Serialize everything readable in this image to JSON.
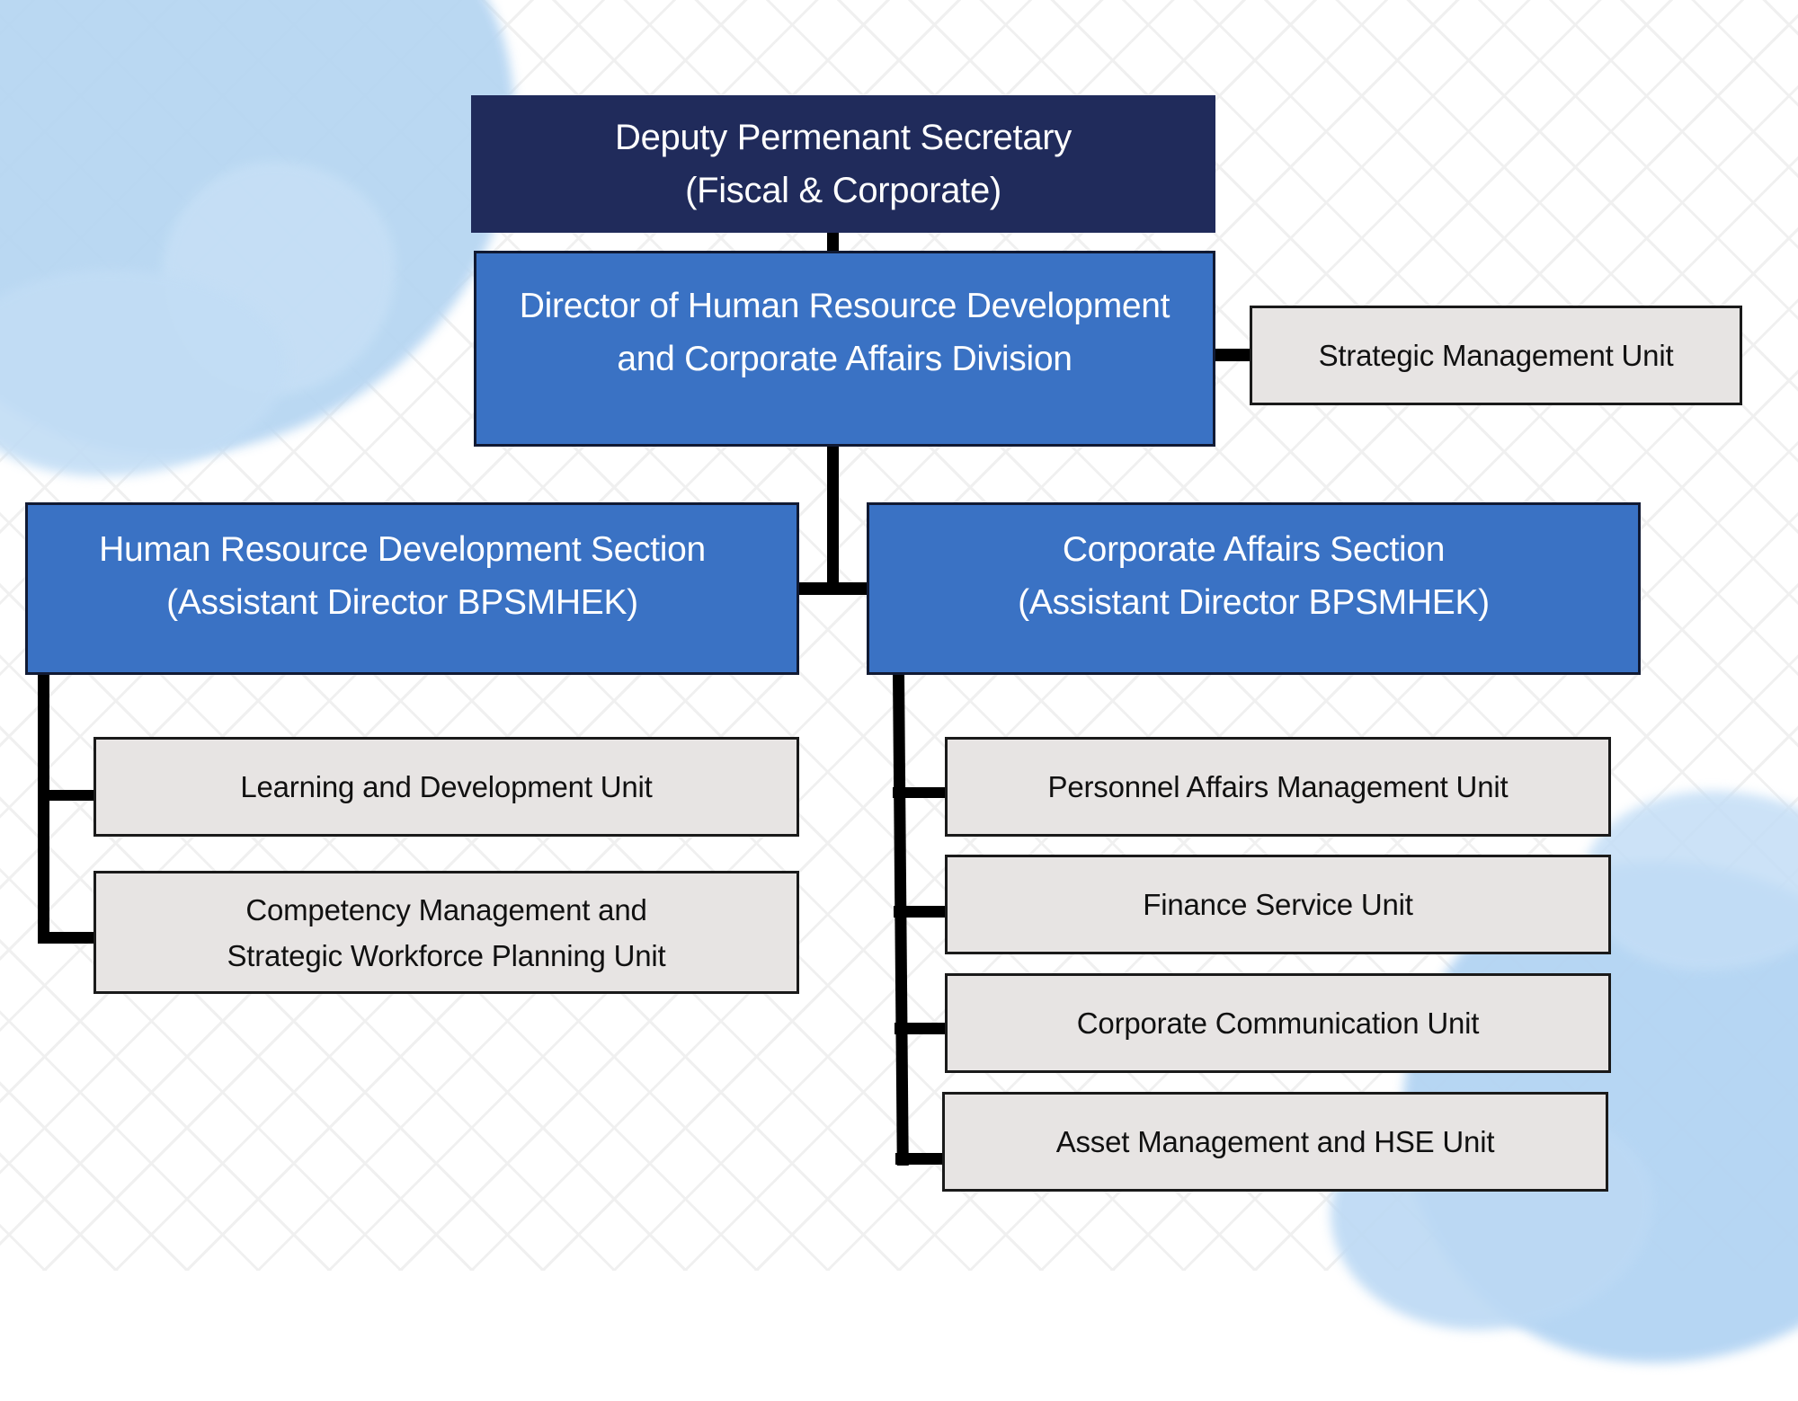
{
  "chart": {
    "top": {
      "lines": [
        "Deputy Permenant Secretary",
        "(Fiscal & Corporate)"
      ]
    },
    "director": {
      "lines": [
        "Director of Human Resource Development",
        "and Corporate Affairs Division"
      ]
    },
    "staff_unit": {
      "lines": [
        "Strategic Management Unit"
      ]
    },
    "sections": [
      {
        "lines": [
          "Human Resource Development Section",
          "(Assistant Director BPSMHEK)"
        ],
        "units": [
          {
            "lines": [
              "Learning and Development Unit"
            ]
          },
          {
            "lines": [
              "Competency Management and",
              "Strategic Workforce Planning Unit"
            ]
          }
        ]
      },
      {
        "lines": [
          "Corporate Affairs Section",
          "(Assistant Director BPSMHEK)"
        ],
        "units": [
          {
            "lines": [
              "Personnel Affairs Management Unit"
            ]
          },
          {
            "lines": [
              "Finance Service Unit"
            ]
          },
          {
            "lines": [
              "Corporate Communication Unit"
            ]
          },
          {
            "lines": [
              "Asset Management and HSE Unit"
            ]
          }
        ]
      }
    ]
  },
  "colors": {
    "top_box": "#202b5b",
    "section_box": "#3a72c4",
    "unit_box": "#e7e4e3",
    "connector": "#000000",
    "watercolor": "#b7d6f2"
  }
}
